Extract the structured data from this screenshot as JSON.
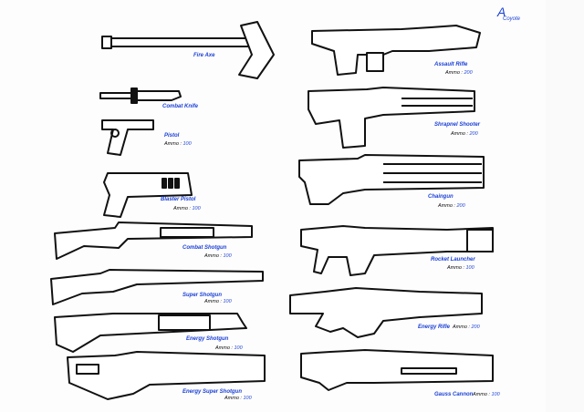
{
  "signature": {
    "mark": "A",
    "text": "Coyote"
  },
  "ammo_label": "Ammo :",
  "weapons": [
    {
      "name": "Fire Axe"
    },
    {
      "name": "Combat Knife"
    },
    {
      "name": "Pistol",
      "ammo": "100"
    },
    {
      "name": "Blaster Pistol",
      "ammo": "100"
    },
    {
      "name": "Combat Shotgun",
      "ammo": "100"
    },
    {
      "name": "Super Shotgun",
      "ammo": "100"
    },
    {
      "name": "Energy Shotgun",
      "ammo": "100"
    },
    {
      "name": "Energy Super Shotgun",
      "ammo": "100"
    },
    {
      "name": "Assault Rifle",
      "ammo": "200"
    },
    {
      "name": "Shrapnel Shooter",
      "ammo": "200"
    },
    {
      "name": "Chaingun",
      "ammo": "200"
    },
    {
      "name": "Rocket Launcher",
      "ammo": "100"
    },
    {
      "name": "Energy Rifle",
      "ammo": "200"
    },
    {
      "name": "Gauss Cannon",
      "ammo": "100"
    }
  ],
  "colors": {
    "ink": "#111111",
    "label": "#1a3fd6"
  }
}
